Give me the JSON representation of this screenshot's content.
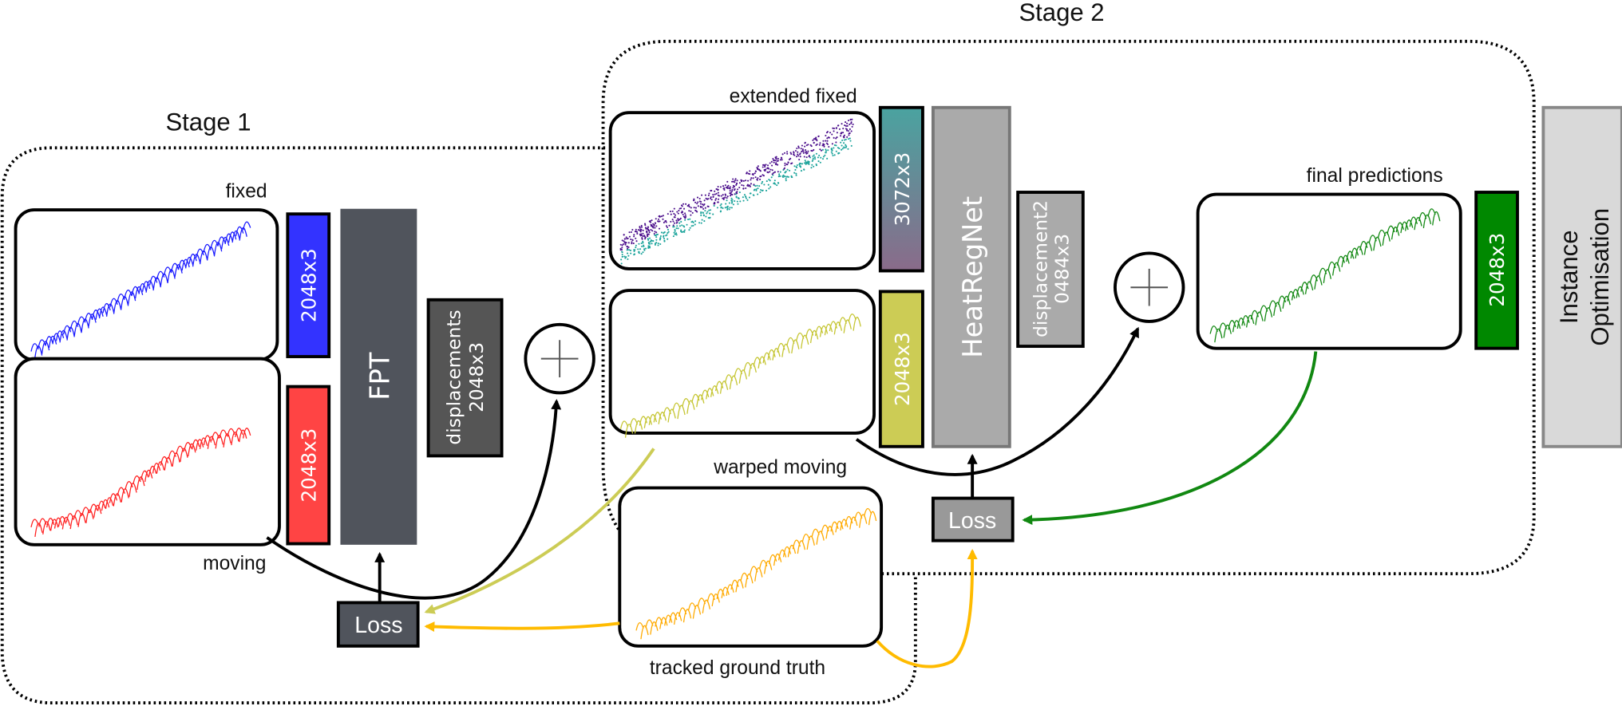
{
  "stage1": {
    "title": "Stage 1",
    "fixed_label": "fixed",
    "moving_label": "moving",
    "fixed_dims": "2048x3",
    "moving_dims": "2048x3",
    "network": "FPT",
    "displacements_line1": "displacements",
    "displacements_line2": "2048x3",
    "loss": "Loss"
  },
  "stage2": {
    "title": "Stage 2",
    "extended_fixed_label": "extended fixed",
    "warped_moving_label": "warped moving",
    "extended_fixed_dims": "3072x3",
    "warped_moving_dims": "2048x3",
    "network": "HeatRegNet",
    "displacement_line1": "displacement2",
    "displacement_line2": "0484x3",
    "final_label": "final predictions",
    "final_dims": "2048x3",
    "loss": "Loss"
  },
  "ground_truth_label": "tracked ground truth",
  "instance_optimisation_line1": "Instance",
  "instance_optimisation_line2": "Optimisation",
  "icons": [
    "plus-circle-icon",
    "plus-circle-icon"
  ],
  "colors": {
    "fixed": "#1a1aff",
    "moving": "#ff2020",
    "fixed_bar": "#3333ff",
    "moving_bar": "#ff4444",
    "fpt": "#50545c",
    "displacements": "#555555",
    "extended_fixed_a": "#4b0f8c",
    "extended_fixed_b": "#1aa39a",
    "warped": "#c5c531",
    "warped_bar": "#cccc55",
    "heatregnet": "#aaaaaa",
    "final": "#118811",
    "final_bar": "#008800",
    "ground_truth": "#ffaa00",
    "instance_opt": "#d9d9d9"
  }
}
